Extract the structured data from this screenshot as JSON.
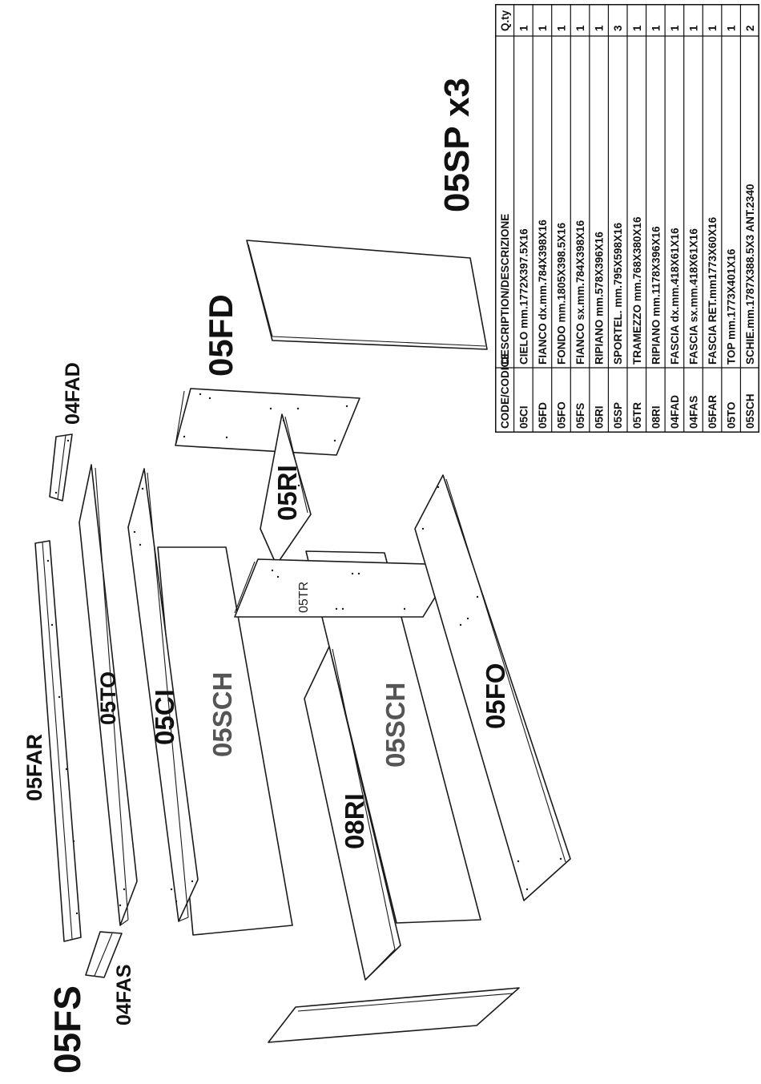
{
  "labels": {
    "far": "05FAR",
    "to": "05TO",
    "ci": "05CI",
    "sch_left": "05SCH",
    "sch_right": "05SCH",
    "ri_small": "05RI",
    "ri_large": "08RI",
    "tr": "05TR",
    "fo": "05FO",
    "fd": "05FD",
    "sp": "05SP x3",
    "fad": "04FAD",
    "fas": "04FAS",
    "fs": "05FS"
  },
  "table": {
    "headers": [
      "CODE/CODICE",
      "DESCRIPTION/DESCRIZIONE",
      "Q.ty"
    ],
    "rows": [
      [
        "05CI",
        "CIELO mm.1772X397.5X16",
        "1"
      ],
      [
        "05FD",
        "FIANCO dx.mm.784X398X16",
        "1"
      ],
      [
        "05FO",
        "FONDO mm.1805X398.5X16",
        "1"
      ],
      [
        "05FS",
        "FIANCO sx.mm.784X398X16",
        "1"
      ],
      [
        "05RI",
        "RIPIANO  mm.578X396X16",
        "1"
      ],
      [
        "05SP",
        "SPORTEL. mm.795X598X16",
        "3"
      ],
      [
        "05TR",
        "TRAMEZZO  mm.768X380X16",
        "1"
      ],
      [
        "08RI",
        "RIPIANO mm.1178X396X16",
        "1"
      ],
      [
        "04FAD",
        "FASCIA dx.mm.418X61X16",
        "1"
      ],
      [
        "04FAS",
        "FASCIA sx.mm.418X61X16",
        "1"
      ],
      [
        "05FAR",
        "FASCIA RET.mm1773X60X16",
        "1"
      ],
      [
        "05TO",
        "TOP mm.1773X401X16",
        "1"
      ],
      [
        "05SCH",
        "SCHIE.mm.1787X388.5X3 ANT.2340",
        "2"
      ]
    ]
  }
}
